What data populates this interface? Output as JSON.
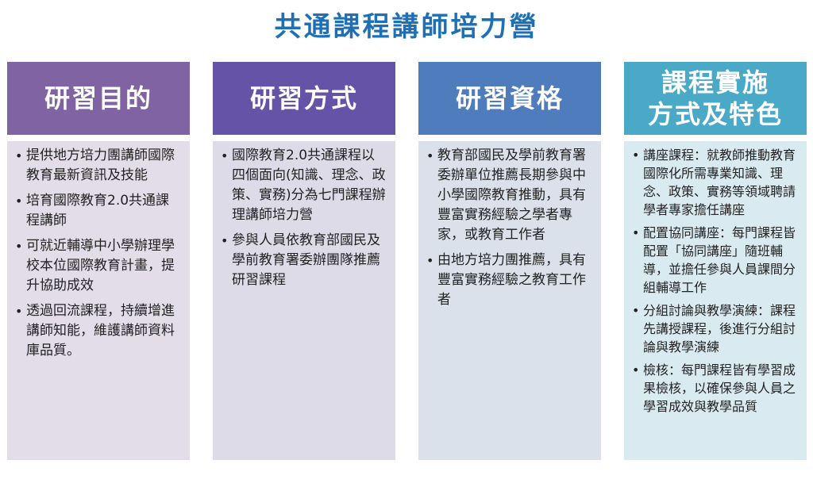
{
  "title": "共通課程講師培力營",
  "colors": {
    "title": "#1f6fb5",
    "headers": [
      "#7f63a3",
      "#6553a8",
      "#4f7cbd",
      "#4aa9c7"
    ],
    "bodies": [
      "#e2dde8",
      "#dddbe8",
      "#dbe1ea",
      "#d9eaf0"
    ]
  },
  "columns": [
    {
      "header": "研習目的",
      "items": [
        "提供地方培力團講師國際教育最新資訊及技能",
        "培育國際教育2.0共通課程講師",
        "可就近輔導中小學辦理學校本位國際教育計畫，提升協助成效",
        "透過回流課程，持續增進講師知能，維護講師資料庫品質。"
      ]
    },
    {
      "header": "研習方式",
      "items": [
        "國際教育2.0共通課程以四個面向(知識、理念、政策、實務)分為七門課程辦理講師培力營",
        "參與人員依教育部國民及學前教育署委辦團隊推薦研習課程"
      ]
    },
    {
      "header": "研習資格",
      "items": [
        "教育部國民及學前教育署委辦單位推薦長期參與中小學國際教育推動，具有豐富實務經驗之學者專家，或教育工作者",
        "由地方培力團推薦，具有豐富實務經驗之教育工作者"
      ]
    },
    {
      "header": "課程實施\n方式及特色",
      "items": [
        "講座課程：就教師推動教育國際化所需專業知識、理念、政策、實務等領域聘請學者專家擔任講座",
        "配置協同講座：每門課程皆配置「協同講座」隨班輔導，並擔任參與人員課間分組輔導工作",
        "分組討論與教學演練：課程先講授課程，後進行分組討論與教學演練",
        "檢核：每門課程皆有學習成果檢核，以確保參與人員之學習成效與教學品質"
      ]
    }
  ]
}
